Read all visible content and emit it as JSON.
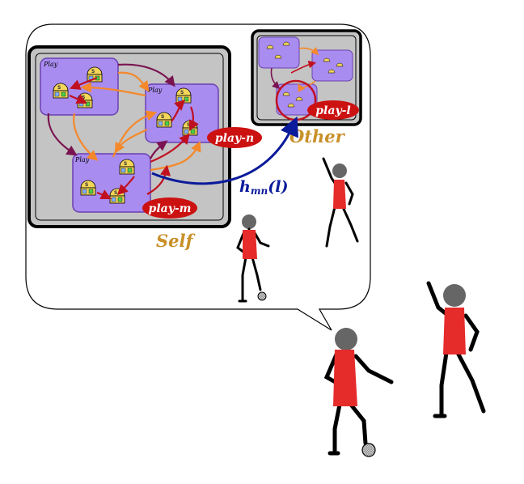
{
  "labels": {
    "self": "Self",
    "other": "Other",
    "play_generic": "Play",
    "play_n": "play-n",
    "play_m": "play-m",
    "play_l": "play-l",
    "h_main": "h",
    "h_sub": "mn",
    "h_arg": "(l)",
    "s1": "S",
    "s2": "S",
    "s3": "S"
  },
  "colors": {
    "self_text": "#c8902a",
    "other_text": "#c8902a",
    "pill_red": "#cc1111",
    "h_blue": "#0a1a9a",
    "play_box": "#a98cf0",
    "play_box_border": "#6a3fb0",
    "panel_gray": "#c4c4c4",
    "arrow_orange": "#f5882a",
    "arrow_purple": "#7a1450",
    "arrow_red": "#c01020",
    "state_yellow": "#f4d65a",
    "figure_red": "#e62b2b",
    "head_gray": "#666666"
  },
  "icons": [
    "player-figure",
    "soccer-ball",
    "speech-bubble",
    "thought-bubble"
  ]
}
